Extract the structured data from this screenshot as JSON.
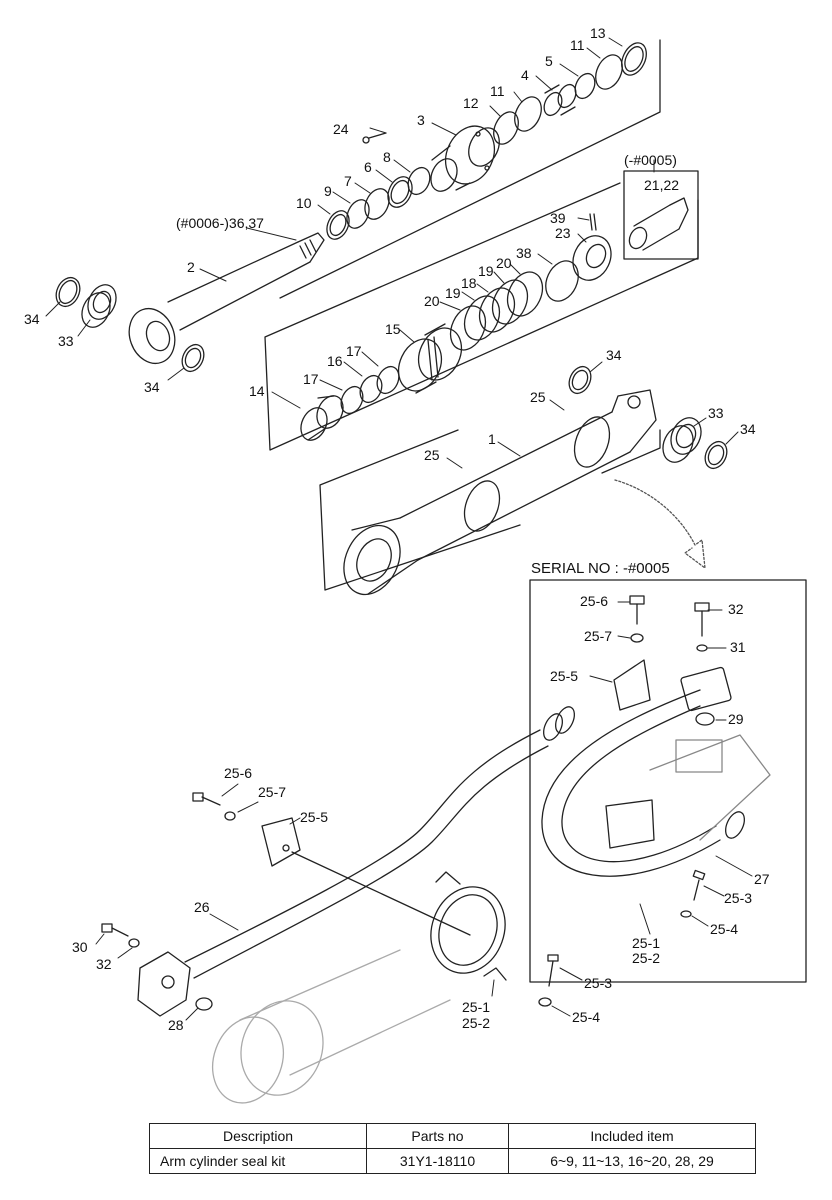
{
  "callouts": {
    "c13": "13",
    "c11a": "11",
    "c5": "5",
    "c4": "4",
    "c11b": "11",
    "c12": "12",
    "c3": "3",
    "c24": "24",
    "c8": "8",
    "c6": "6",
    "c7": "7",
    "c9": "9",
    "c10": "10",
    "c2": "2",
    "c36_37": "(#0006-)36,37",
    "c34a": "34",
    "c33a": "33",
    "c34b": "34",
    "c0005": "(-#0005)",
    "c21_22": "21,22",
    "c39": "39",
    "c23": "23",
    "c38": "38",
    "c20a": "20",
    "c19a": "19",
    "c18": "18",
    "c19b": "19",
    "c20b": "20",
    "c15": "15",
    "c17a": "17",
    "c16": "16",
    "c17b": "17",
    "c14": "14",
    "c34c": "34",
    "c25a": "25",
    "c1": "1",
    "c25b": "25",
    "c33b": "33",
    "c34d": "34",
    "serial": "SERIAL NO : -#0005",
    "c25_6a": "25-6",
    "c32a": "32",
    "c25_7a": "25-7",
    "c31": "31",
    "c25_5a": "25-5",
    "c29": "29",
    "c27": "27",
    "c25_3a": "25-3",
    "c25_4a": "25-4",
    "c25_1a": "25-1",
    "c25_2a": "25-2",
    "c25_6b": "25-6",
    "c25_7b": "25-7",
    "c25_5b": "25-5",
    "c26": "26",
    "c30": "30",
    "c32b": "32",
    "c28": "28",
    "c25_3b": "25-3",
    "c25_4b": "25-4",
    "c25_1b": "25-1",
    "c25_2b": "25-2"
  },
  "table": {
    "headers": {
      "description": "Description",
      "parts_no": "Parts no",
      "included": "Included item"
    },
    "rows": [
      {
        "description": "Arm cylinder seal kit",
        "parts_no": "31Y1-18110",
        "included": "6~9, 11~13, 16~20, 28, 29"
      }
    ]
  }
}
